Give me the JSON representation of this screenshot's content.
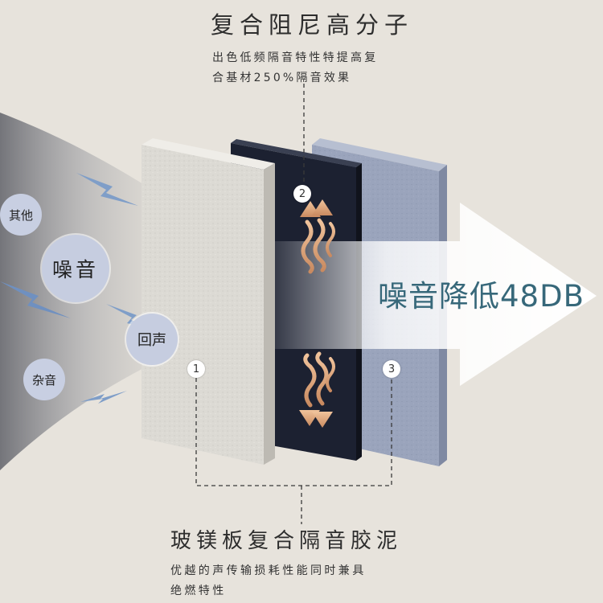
{
  "top": {
    "title": "复合阻尼高分子",
    "desc_line1": "出色低频隔音特性特提高复",
    "desc_line2": "合基材250%隔音效果"
  },
  "bottom": {
    "title": "玻镁板复合隔音胶泥",
    "desc_line1": "优越的声传输损耗性能同时兼具",
    "desc_line2": "绝燃特性"
  },
  "reduction_text": "噪音降低48DB",
  "bubbles": {
    "noise": "噪音",
    "echo": "回声",
    "other": "其他",
    "misc": "杂音"
  },
  "layers": {
    "n1": "1",
    "n2": "2",
    "n3": "3"
  },
  "colors": {
    "background": "#e7e3dc",
    "dark_layer": "#1c2131",
    "white_layer": "#dcdad4",
    "blue_layer": "#9aa4bc",
    "accent_text": "#37687a",
    "bubble": "#c6cde0",
    "wave_icon": "#e7b98f"
  }
}
